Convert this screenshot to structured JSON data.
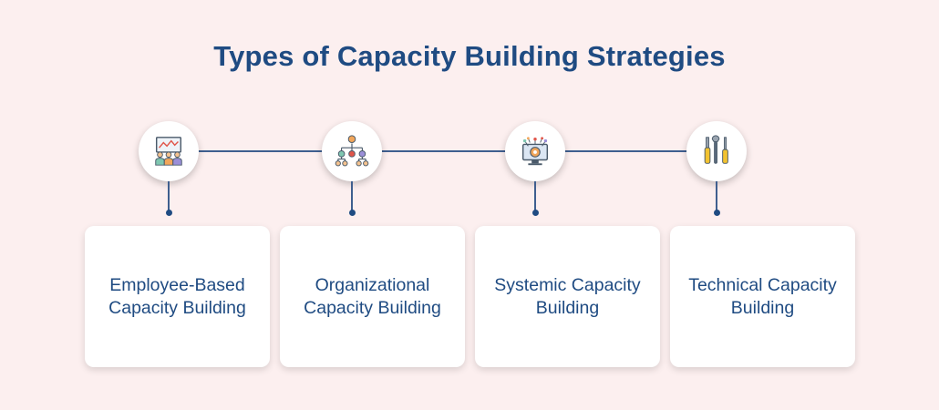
{
  "title": "Types of Capacity Building Strategies",
  "strategies": [
    {
      "label": "Employee-Based\nCapacity Building",
      "icon": "team-presentation-icon"
    },
    {
      "label": "Organizational\nCapacity Building",
      "icon": "org-chart-icon"
    },
    {
      "label": "Systemic Capacity\nBuilding",
      "icon": "monitor-gear-icon"
    },
    {
      "label": "Technical Capacity\nBuilding",
      "icon": "tools-icon"
    }
  ],
  "colors": {
    "background": "#fcefef",
    "title": "#1f4b82",
    "connector": "#3f5f8f",
    "card": "#ffffff"
  }
}
